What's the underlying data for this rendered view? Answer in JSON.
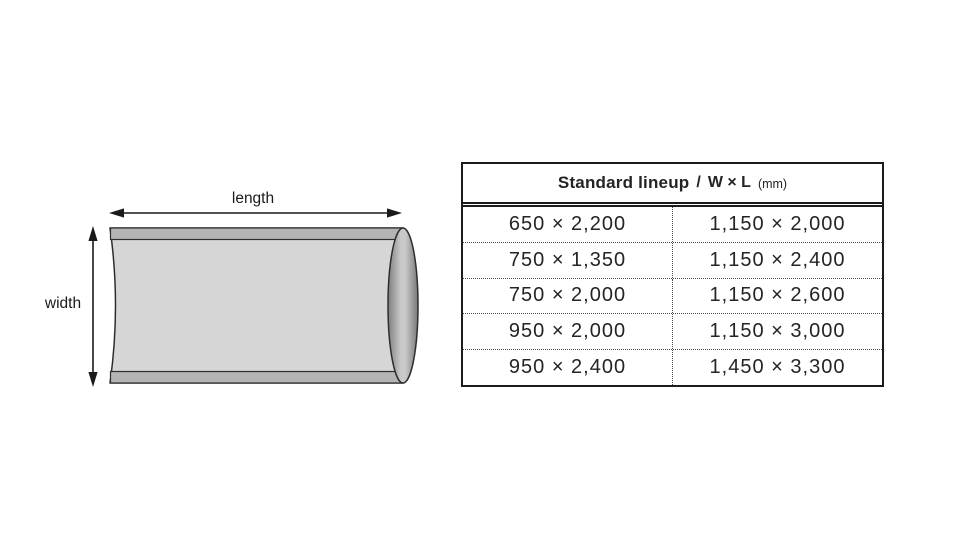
{
  "page": {
    "background_color": "#ffffff"
  },
  "diagram": {
    "length_label": "length",
    "width_label": "width",
    "colors": {
      "body_fill": "#d6d6d6",
      "edge_band_fill": "#b4b4b4",
      "outline": "#2e2e2e",
      "end_cap_edge": "#808080",
      "end_cap_center": "#c9c9c9",
      "arrow": "#1a1a1a"
    }
  },
  "table": {
    "header": {
      "title": "Standard lineup",
      "separator": "/",
      "dimensions": "W × L",
      "unit": "(mm)"
    },
    "columns": [
      "W × L (mm)",
      "W × L (mm)"
    ],
    "rows": [
      [
        "650 × 2,200",
        "1,150 × 2,000"
      ],
      [
        "750 × 1,350",
        "1,150 × 2,400"
      ],
      [
        "750 × 2,000",
        "1,150 × 2,600"
      ],
      [
        "950 × 2,000",
        "1,150 × 3,000"
      ],
      [
        "950 × 2,400",
        "1,450 × 3,300"
      ]
    ],
    "colors": {
      "border": "#1b1b1b",
      "divider_dotted": "#4a4a4a",
      "text": "#242424"
    }
  }
}
